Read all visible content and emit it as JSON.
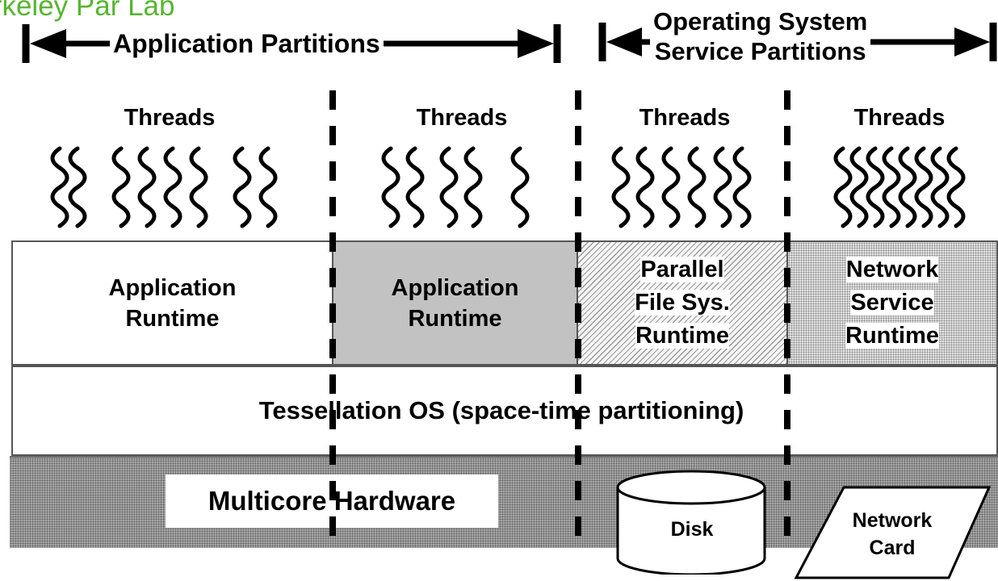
{
  "header": {
    "title": "Berkeley Par Lab"
  },
  "partitions": {
    "application_label": "Application Partitions",
    "os_service_label": [
      "Operating System",
      "Service Partitions"
    ]
  },
  "threads_label": "Threads",
  "thread_groups": [
    {
      "count": 8
    },
    {
      "count": 5
    },
    {
      "count": 6
    },
    {
      "count": 8
    }
  ],
  "runtimes": [
    {
      "lines": [
        "Application",
        "Runtime"
      ],
      "fill": "#ffffff",
      "pattern": "plain"
    },
    {
      "lines": [
        "Application",
        "Runtime"
      ],
      "fill": "#c2c2c2",
      "pattern": "solid-gray"
    },
    {
      "lines": [
        "Parallel",
        "File Sys.",
        "Runtime"
      ],
      "fill": "#f6f6f6",
      "pattern": "diagonal-hatch"
    },
    {
      "lines": [
        "Network",
        "Service",
        "Runtime"
      ],
      "fill": "#e5e5e5",
      "pattern": "stipple"
    }
  ],
  "os_layer": {
    "label": "Tessellation OS (space-time partitioning)"
  },
  "hardware": {
    "label": "Multicore Hardware",
    "disk_label": "Disk",
    "network_card_lines": [
      "Network",
      "Card"
    ]
  },
  "colors": {
    "title_green": "#58b530",
    "hardware_gray": "#b3b3b3",
    "runtime_gray": "#c2c2c2",
    "line_black": "#000000"
  }
}
